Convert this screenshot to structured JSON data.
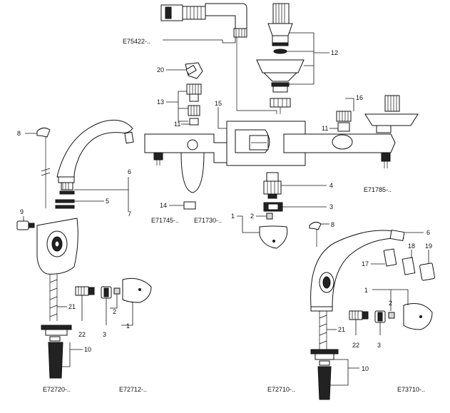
{
  "codes": {
    "e75422": "E75422-..",
    "e71785": "E71785-..",
    "e71745": "E71745-..",
    "e71730": "E71730-..",
    "e72720": "E72720-..",
    "e72712": "E72712-..",
    "e72710": "E72710-..",
    "e73710": "E73710-.."
  },
  "parts": {
    "p1": "1",
    "p2": "2",
    "p3": "3",
    "p4": "4",
    "p5": "5",
    "p6": "6",
    "p7": "7",
    "p8": "8",
    "p9": "9",
    "p10": "10",
    "p11": "11",
    "p12": "12",
    "p13": "13",
    "p14": "14",
    "p15": "15",
    "p16": "16",
    "p17": "17",
    "p18": "18",
    "p19": "19",
    "p20": "20",
    "p21": "21",
    "p22": "22"
  }
}
